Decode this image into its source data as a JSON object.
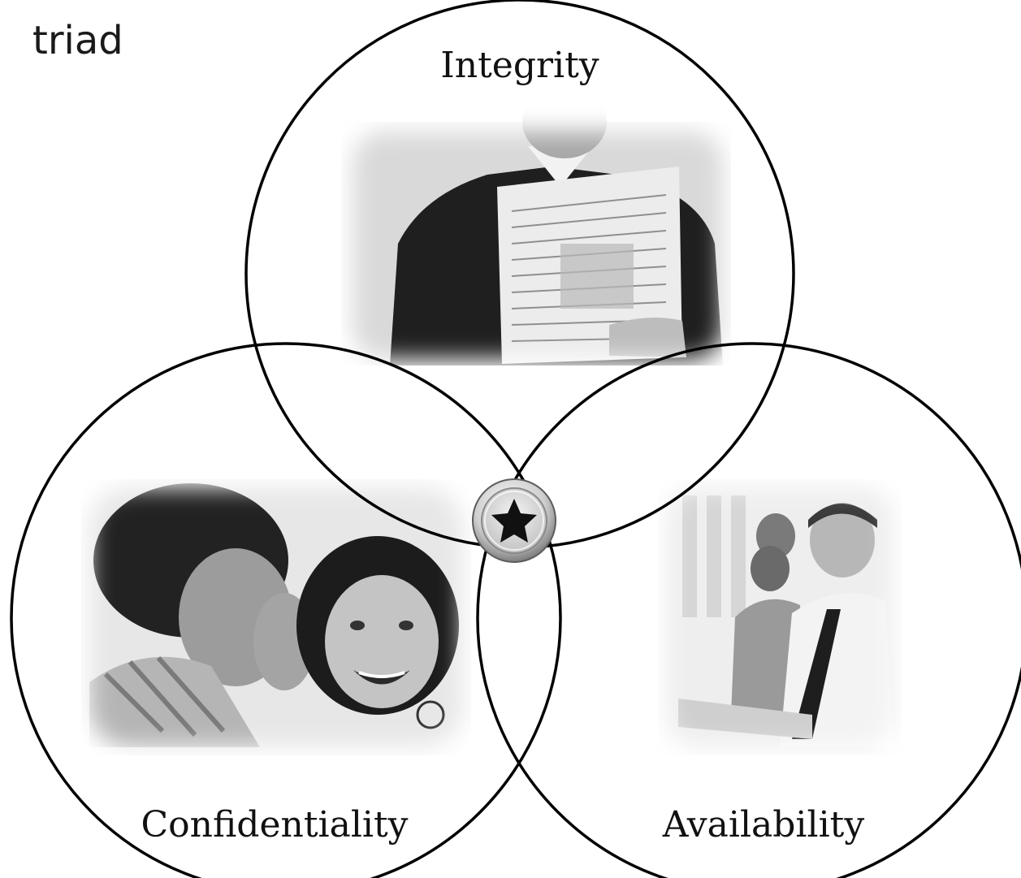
{
  "title": "triad",
  "labels": {
    "integrity": "Integrity",
    "confidentiality": "Confidentiality",
    "availability": "Availability"
  },
  "center_icon": "star-icon",
  "photos": {
    "integrity": "man-reading-newspaper-photo",
    "confidentiality": "man-whispering-to-woman-photo",
    "availability": "call-center-agents-photo"
  },
  "colors": {
    "stroke": "#000000",
    "background": "#ffffff"
  }
}
